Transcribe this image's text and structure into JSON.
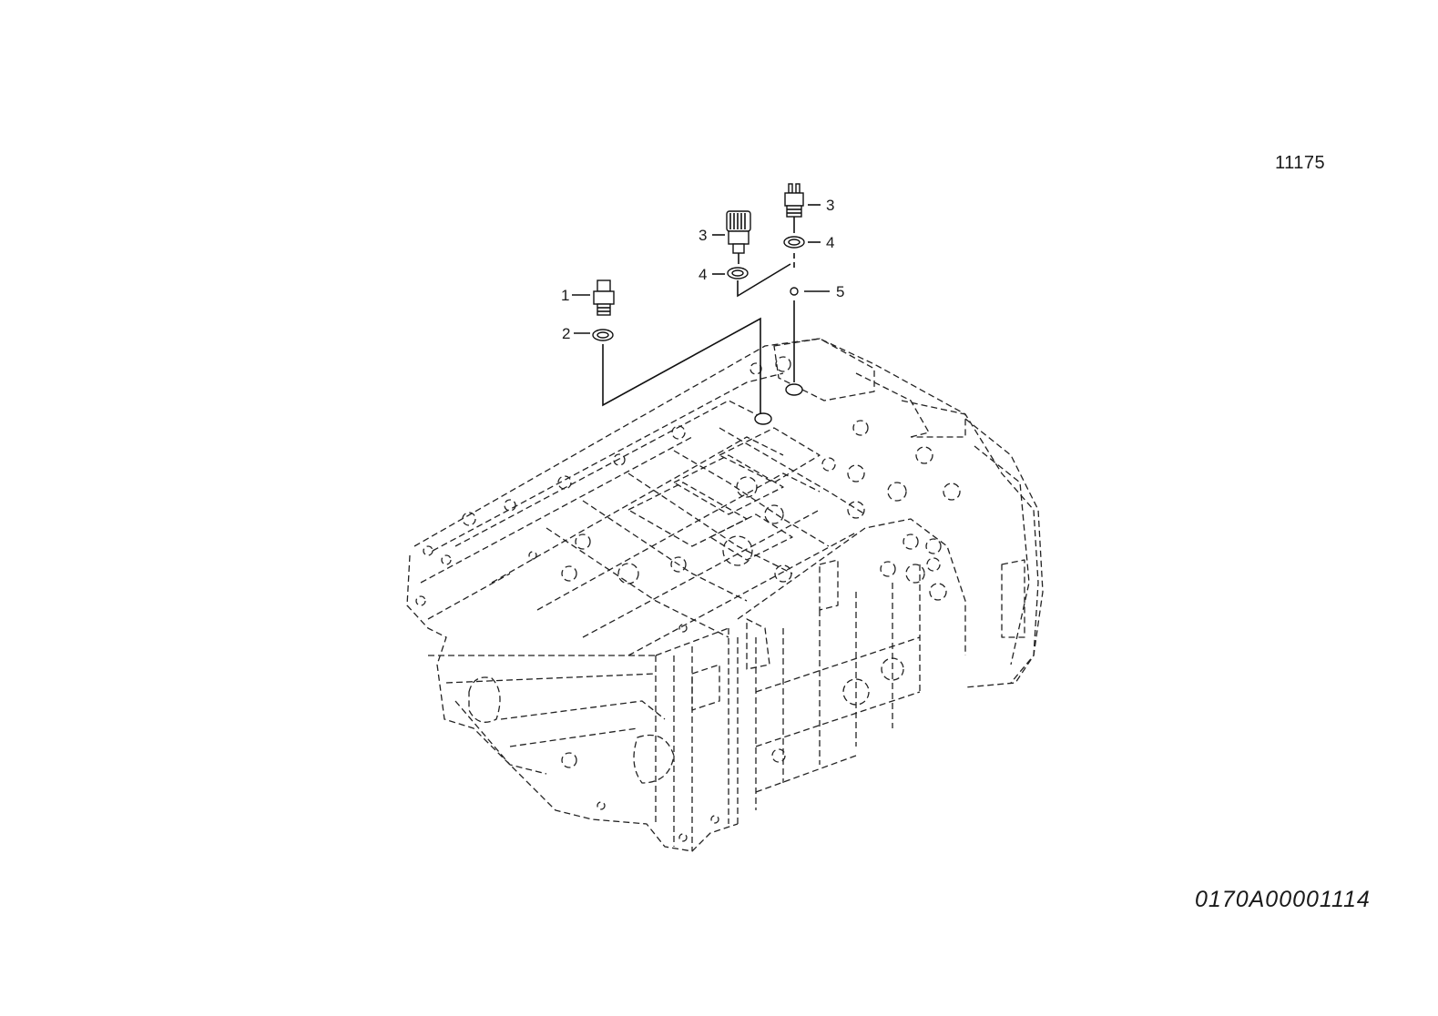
{
  "header": {
    "reference_number": "11175"
  },
  "footer": {
    "drawing_code": "0170A00001114"
  },
  "callouts": [
    {
      "id": "c1",
      "label": "1"
    },
    {
      "id": "c2",
      "label": "2"
    },
    {
      "id": "c3a",
      "label": "3"
    },
    {
      "id": "c3b",
      "label": "3"
    },
    {
      "id": "c4a",
      "label": "4"
    },
    {
      "id": "c4b",
      "label": "4"
    },
    {
      "id": "c5",
      "label": "5"
    }
  ]
}
